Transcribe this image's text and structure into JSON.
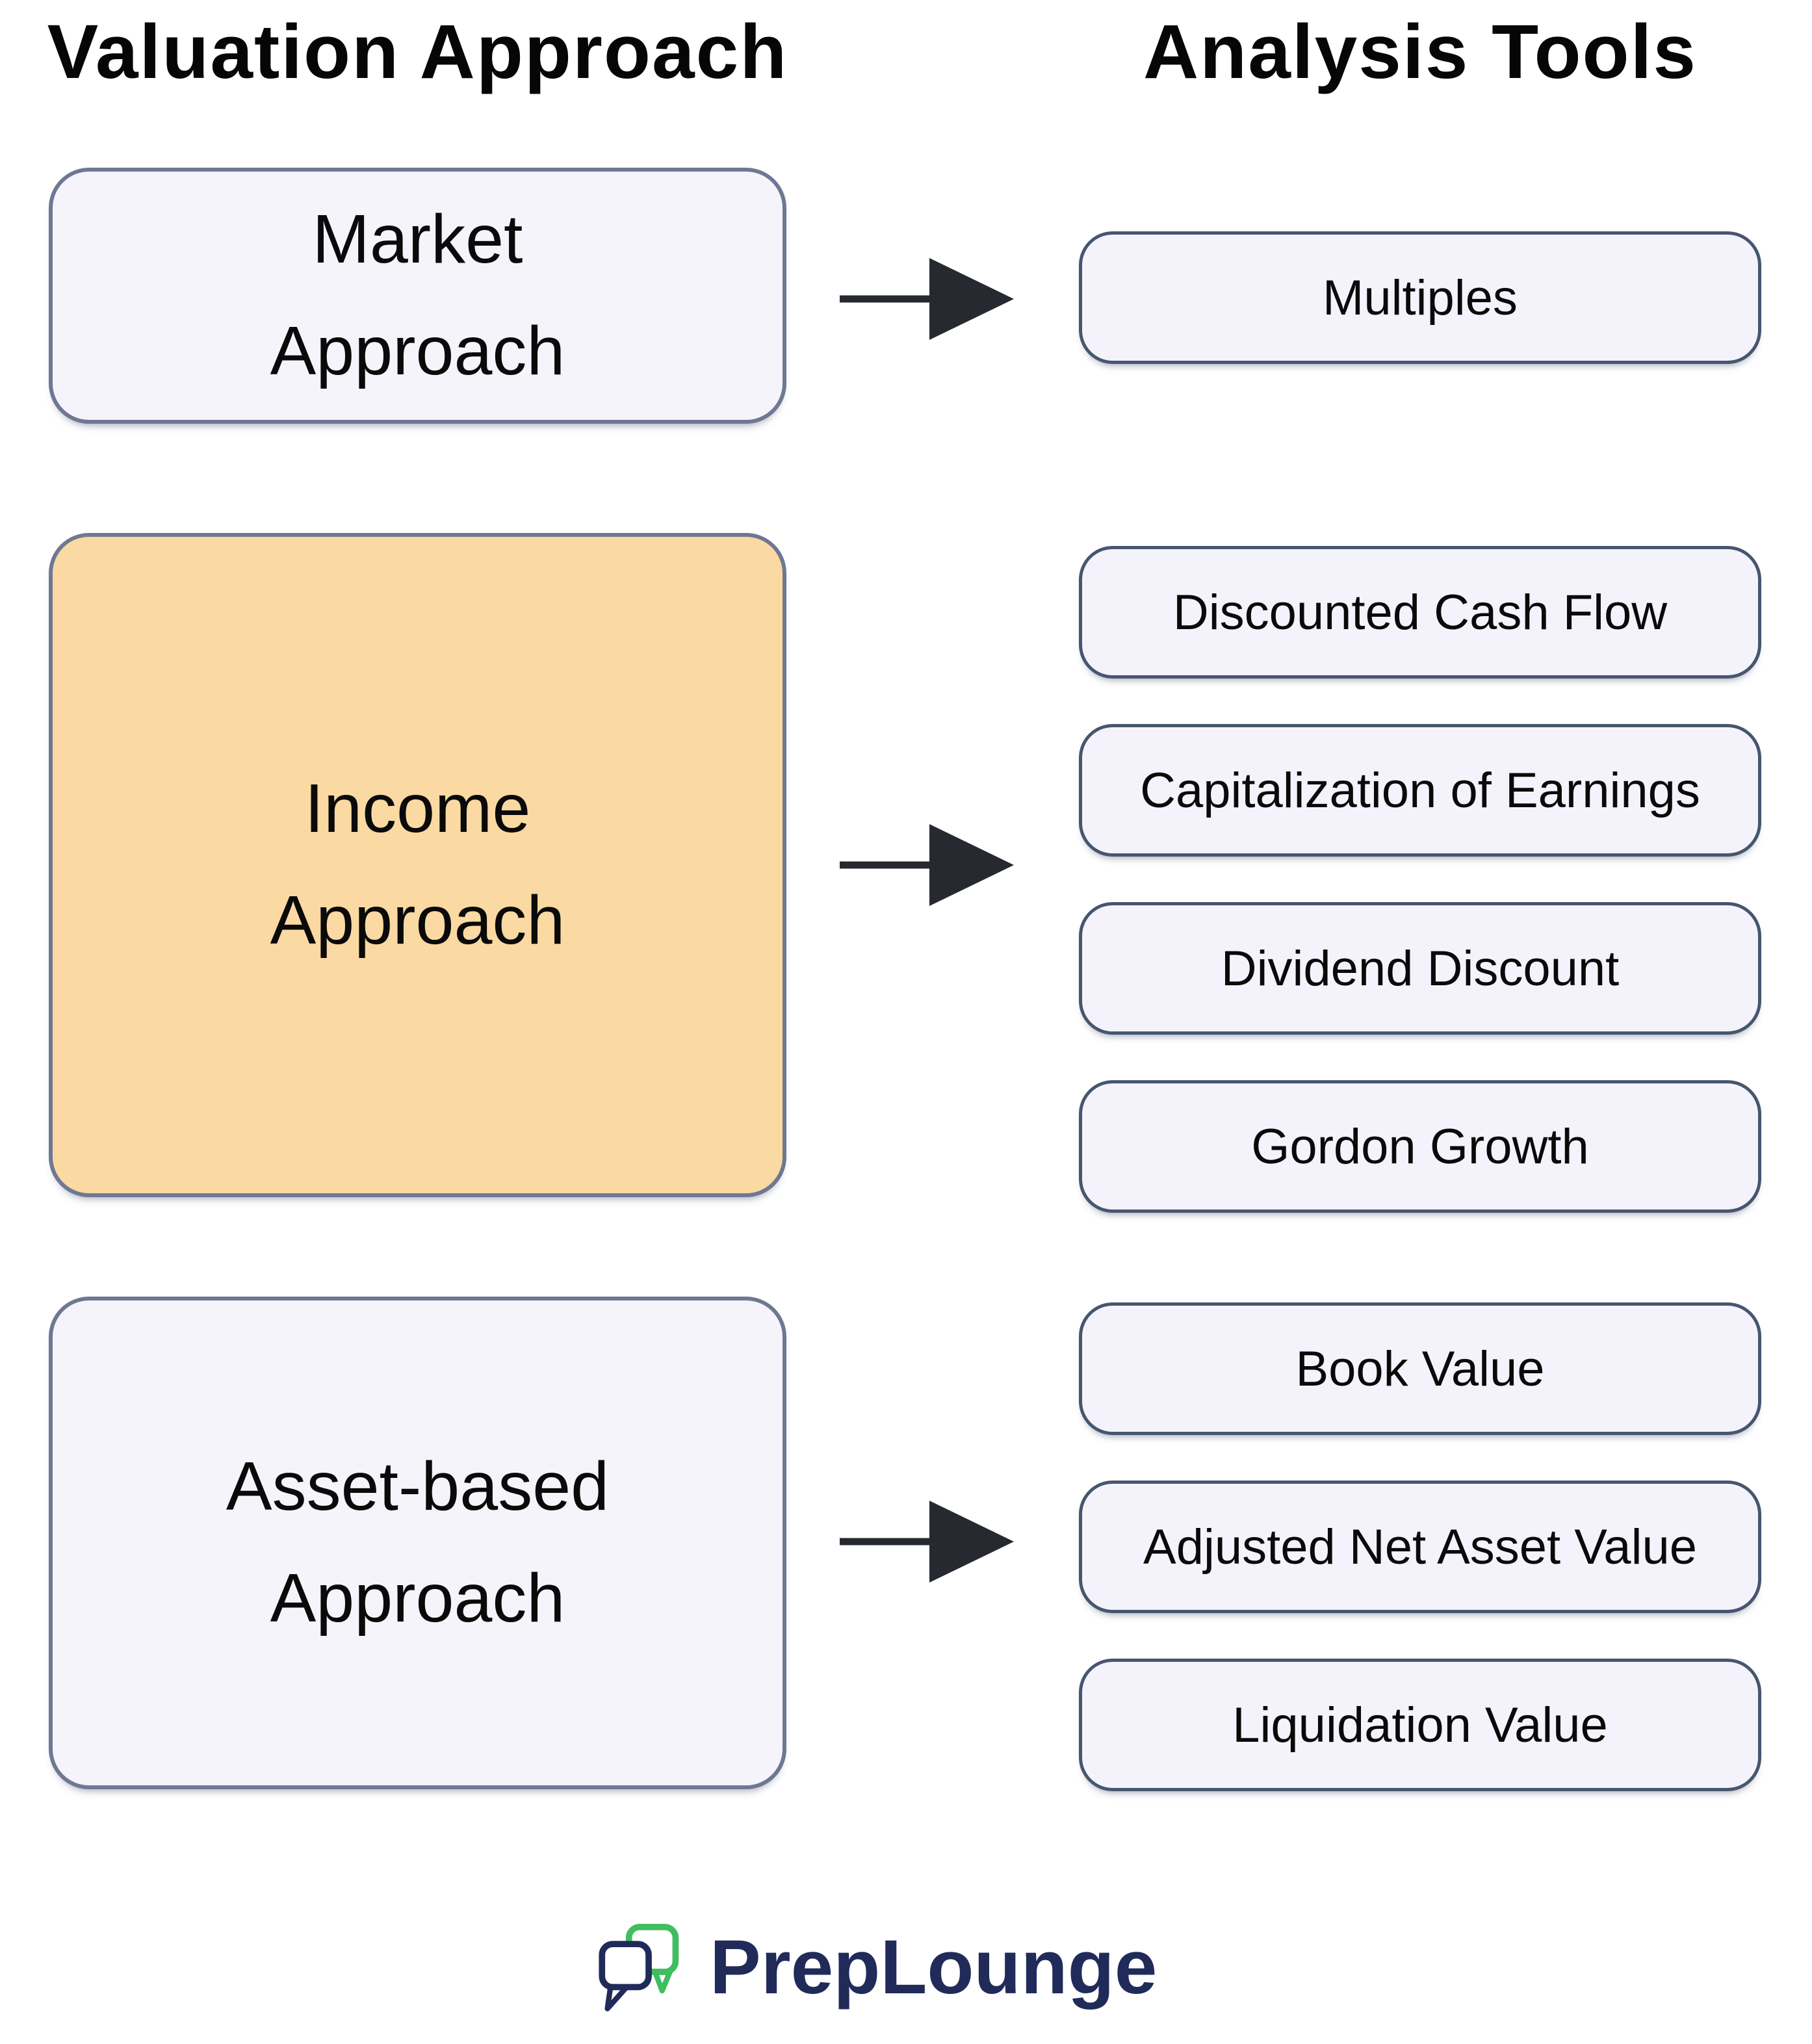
{
  "header": {
    "valuation": "Valuation Approach",
    "analysis": "Analysis Tools"
  },
  "approaches": [
    {
      "id": "market",
      "line1": "Market",
      "line2": "Approach",
      "highlighted": false
    },
    {
      "id": "income",
      "line1": "Income",
      "line2": "Approach",
      "highlighted": true
    },
    {
      "id": "asset",
      "line1": "Asset-based",
      "line2": "Approach",
      "highlighted": false
    }
  ],
  "tools": {
    "market": [
      "Multiples"
    ],
    "income": [
      "Discounted Cash Flow",
      "Capitalization of Earnings",
      "Dividend Discount",
      "Gordon Growth"
    ],
    "asset": [
      "Book Value",
      "Adjusted Net Asset Value",
      "Liquidation Value"
    ]
  },
  "logo": {
    "text": "PrepLounge"
  },
  "colors": {
    "box_fill": "#F4F3FB",
    "income_highlight_fill": "#FBD9A2",
    "approach_border": "#6E7893",
    "tool_border": "#47566F",
    "arrow": "#26292F",
    "text": "#0A0A0B",
    "logo_navy": "#202B5A",
    "logo_green": "#3EBE5F"
  }
}
